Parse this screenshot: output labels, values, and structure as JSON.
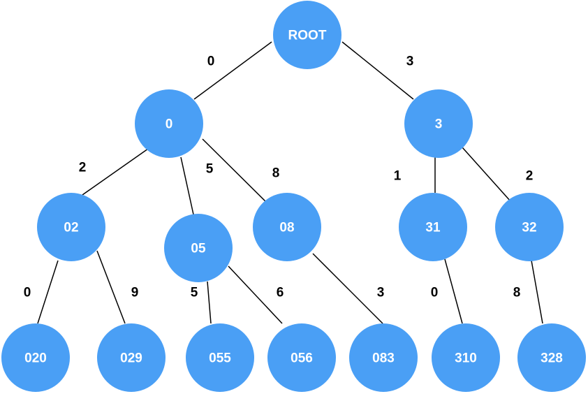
{
  "colors": {
    "node_fill": "#4a9ff5",
    "node_text": "#ffffff",
    "edge": "#000000",
    "label": "#000000"
  },
  "nodes": [
    {
      "id": "root",
      "label": "ROOT"
    },
    {
      "id": "n0",
      "label": "0"
    },
    {
      "id": "n3",
      "label": "3"
    },
    {
      "id": "n02",
      "label": "02"
    },
    {
      "id": "n05",
      "label": "05"
    },
    {
      "id": "n08",
      "label": "08"
    },
    {
      "id": "n31",
      "label": "31"
    },
    {
      "id": "n32",
      "label": "32"
    },
    {
      "id": "n020",
      "label": "020"
    },
    {
      "id": "n029",
      "label": "029"
    },
    {
      "id": "n055",
      "label": "055"
    },
    {
      "id": "n056",
      "label": "056"
    },
    {
      "id": "n083",
      "label": "083"
    },
    {
      "id": "n310",
      "label": "310"
    },
    {
      "id": "n328",
      "label": "328"
    }
  ],
  "edges": [
    {
      "from": "root",
      "to": "n0",
      "label": "0"
    },
    {
      "from": "root",
      "to": "n3",
      "label": "3"
    },
    {
      "from": "n0",
      "to": "n02",
      "label": "2"
    },
    {
      "from": "n0",
      "to": "n05",
      "label": "5"
    },
    {
      "from": "n0",
      "to": "n08",
      "label": "8"
    },
    {
      "from": "n3",
      "to": "n31",
      "label": "1"
    },
    {
      "from": "n3",
      "to": "n32",
      "label": "2"
    },
    {
      "from": "n02",
      "to": "n020",
      "label": "0"
    },
    {
      "from": "n02",
      "to": "n029",
      "label": "9"
    },
    {
      "from": "n05",
      "to": "n055",
      "label": "5"
    },
    {
      "from": "n05",
      "to": "n056",
      "label": "6"
    },
    {
      "from": "n08",
      "to": "n083",
      "label": "3"
    },
    {
      "from": "n31",
      "to": "n310",
      "label": "0"
    },
    {
      "from": "n32",
      "to": "n328",
      "label": "8"
    }
  ]
}
